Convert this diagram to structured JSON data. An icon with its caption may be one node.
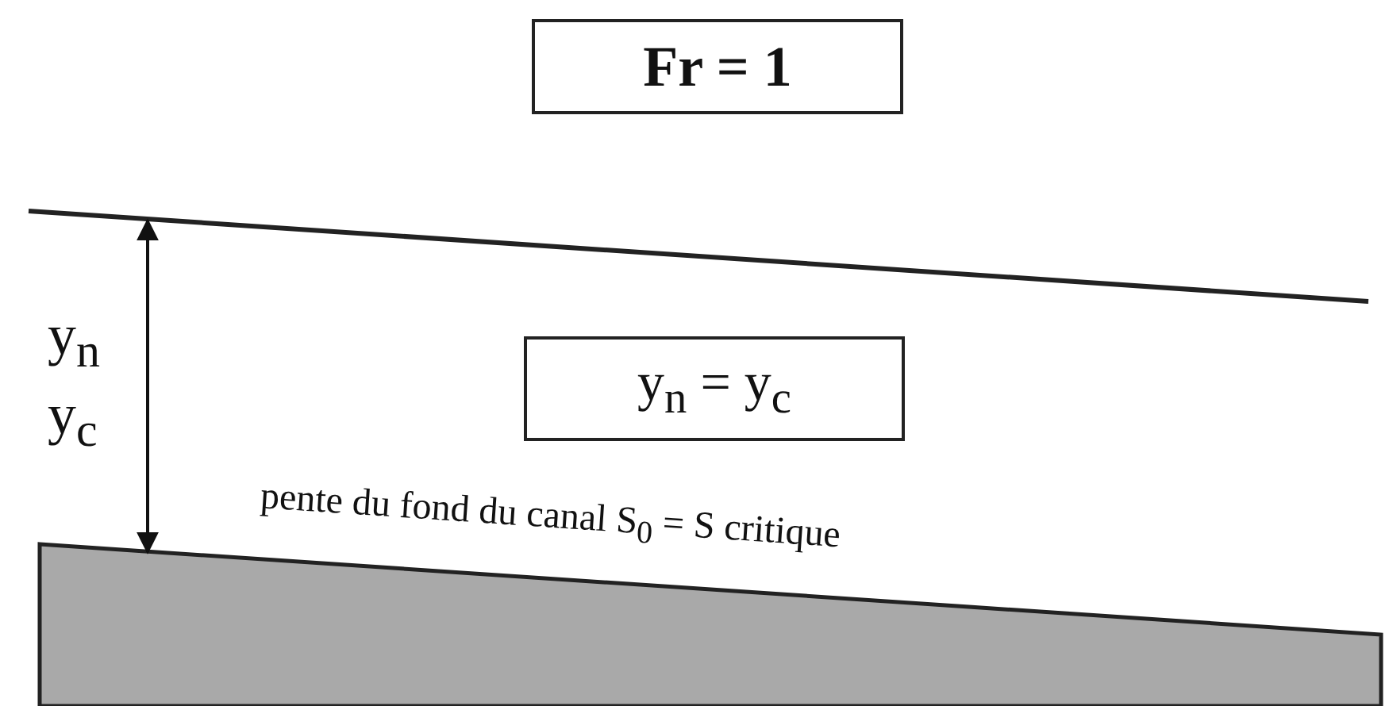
{
  "diagram": {
    "nodes": [
      {
        "text": [
          "Fr = 1"
        ]
      },
      {
        "text": [
          "y$_{n}$ =  y$_{c}$"
        ]
      }
    ],
    "labels": [
      "y$_{n}$",
      "y$_{c}$",
      "pente du fond du canal S$_{0}$ = S critique"
    ]
  }
}
